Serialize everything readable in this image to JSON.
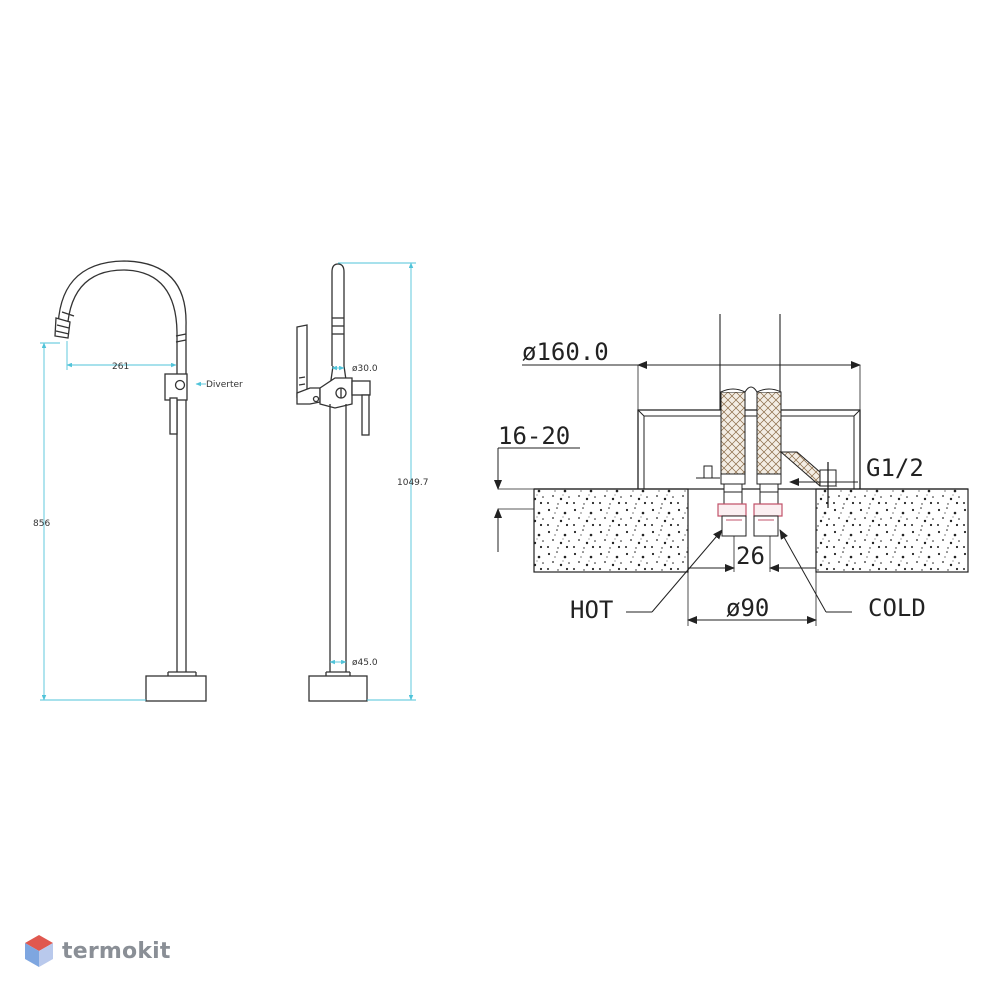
{
  "colors": {
    "line": "#333333",
    "dim_line": "#4fc3d9",
    "hatch": "#b08a5a",
    "fitting": "#c2536b",
    "brand_text": "#8a8f96",
    "logo_red": "#e0584f",
    "logo_blue": "#7ea6e0"
  },
  "labels": {
    "reach": "261",
    "diverter": "Diverter",
    "height_spout": "856",
    "height_total": "1049.7",
    "dia_body": "ø30.0",
    "dia_base": "ø45.0",
    "dia_cover": "ø160.0",
    "floor_thickness": "16-20",
    "thread": "G1/2",
    "pipe_spacing": "26",
    "dia_hole": "ø90",
    "hot": "HOT",
    "cold": "COLD"
  },
  "brand": {
    "name": "termokit",
    "logo_icon": "hexagon-cube-icon"
  }
}
